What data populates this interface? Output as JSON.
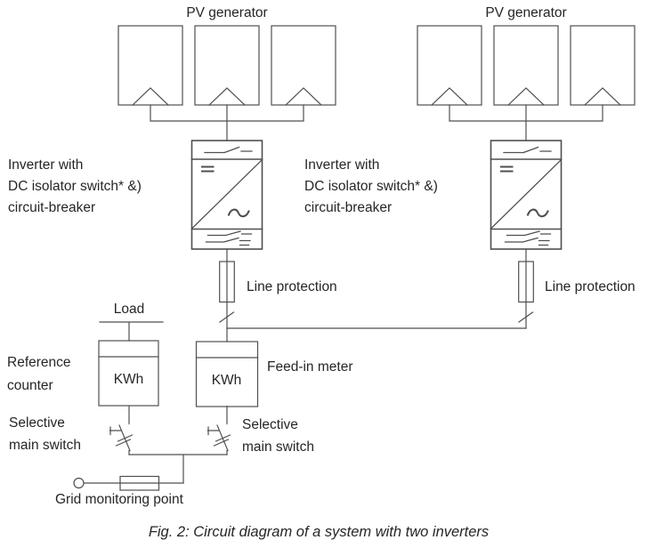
{
  "colors": {
    "wire": "#4f4f4f",
    "text": "#262626",
    "background": "#ffffff"
  },
  "pv_array_left": {
    "label": "PV generator",
    "panel_count": 3
  },
  "pv_array_right": {
    "label": "PV generator",
    "panel_count": 3
  },
  "inverter_left": {
    "label_lines": [
      "Inverter with",
      "DC isolator switch* &)",
      "circuit-breaker"
    ]
  },
  "inverter_right": {
    "label_lines": [
      "Inverter with",
      "DC isolator switch* &)",
      "circuit-breaker"
    ]
  },
  "line_protection_left": {
    "label": "Line protection"
  },
  "line_protection_right": {
    "label": "Line protection"
  },
  "load": {
    "label": "Load"
  },
  "reference_counter": {
    "label_lines": [
      "Reference",
      "counter"
    ],
    "meter_unit": "KWh"
  },
  "feed_in_meter": {
    "label": "Feed-in meter",
    "meter_unit": "KWh"
  },
  "selective_main_switch_left": {
    "label_lines": [
      "Selective",
      "main switch"
    ]
  },
  "selective_main_switch_right": {
    "label_lines": [
      "Selective",
      "main switch"
    ]
  },
  "grid_monitoring_point": {
    "label": "Grid monitoring point"
  },
  "caption": "Fig. 2: Circuit diagram of a system with two inverters"
}
